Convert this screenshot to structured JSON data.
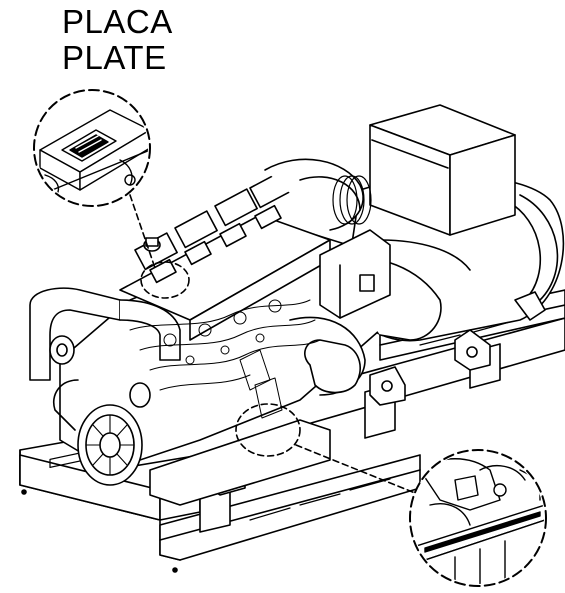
{
  "labels": {
    "line1": "PLACA",
    "line2": "PLATE"
  },
  "colors": {
    "line": "#000000",
    "fill": "#ffffff",
    "hatch": "#333333"
  },
  "icons": {
    "plate_callout": "magnifier-callout-plate",
    "frame_callout": "magnifier-callout-frame"
  }
}
